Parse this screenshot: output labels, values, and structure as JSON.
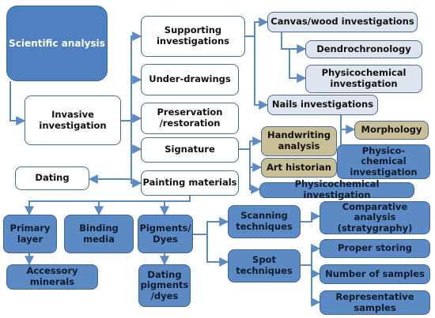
{
  "colors": {
    "connector": "#5b8ac4",
    "root_fill": "#4f80c0",
    "blue_fill": "#5b8ac4",
    "light_fill": "#dfe5ee",
    "tan_fill": "#c9bf97",
    "border": "#4a6d96"
  },
  "nodes": {
    "scientific_analysis": "Scientific analysis",
    "invasive_investigation": "Invasive\ninvestigation",
    "supporting_investigations": "Supporting\ninvestigations",
    "under_drawings": "Under-drawings",
    "preservation_restoration": "Preservation\n/restoration",
    "signature": "Signature",
    "painting_materials": "Painting materials",
    "dating": "Dating",
    "canvas_wood": "Canvas/wood investigations",
    "dendrochronology": "Dendrochronology",
    "physicochemical_top": "Physicochemical\ninvestigation",
    "nails": "Nails investigations",
    "handwriting": "Handwriting\nanalysis",
    "art_historian": "Art historian",
    "morphology": "Morphology",
    "physico_chemical_nails": "Physico-\nchemical\ninvestigation",
    "physicochemical_wide": "Physicochemical investigation",
    "primary_layer": "Primary\nlayer",
    "binding_media": "Binding\nmedia",
    "pigments_dyes": "Pigments/\nDyes",
    "accessory_minerals": "Accessory\nminerals",
    "dating_pigments": "Dating\npigments\n/dyes",
    "scanning": "Scanning\ntechniques",
    "spot": "Spot\ntechniques",
    "comparative": "Comparative\nanalysis\n(stratygraphy)",
    "proper_storing": "Proper storing",
    "number_samples": "Number of samples",
    "representative": "Representative\nsamples"
  }
}
